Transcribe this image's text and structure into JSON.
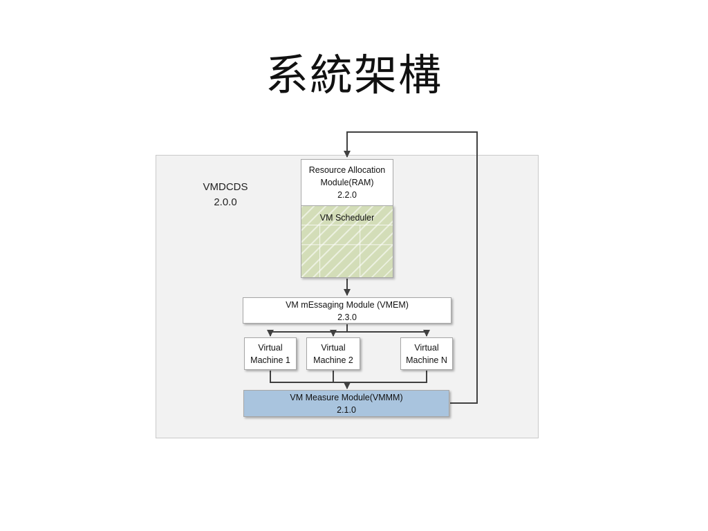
{
  "title": "系統架構",
  "system": {
    "name": "VMDCDS",
    "version": "2.0.0"
  },
  "modules": {
    "ram": {
      "line1": "Resource Allocation",
      "line2": "Module(RAM)",
      "version": "2.2.0"
    },
    "scheduler": {
      "label": "VM Scheduler"
    },
    "vmem": {
      "name": "VM mEssaging Module (VMEM)",
      "version": "2.3.0"
    },
    "vms": [
      {
        "line1": "Virtual",
        "line2": "Machine 1"
      },
      {
        "line1": "Virtual",
        "line2": "Machine 2"
      },
      {
        "line1": "Virtual",
        "line2": "Machine N"
      }
    ],
    "vmmm": {
      "name": "VM Measure Module(VMMM)",
      "version": "2.1.0"
    }
  },
  "colors": {
    "scheduler_fill": "#d3ddb8",
    "vmmm_fill": "#a9c4de",
    "panel_fill": "#f2f2f2",
    "connector": "#404040"
  }
}
